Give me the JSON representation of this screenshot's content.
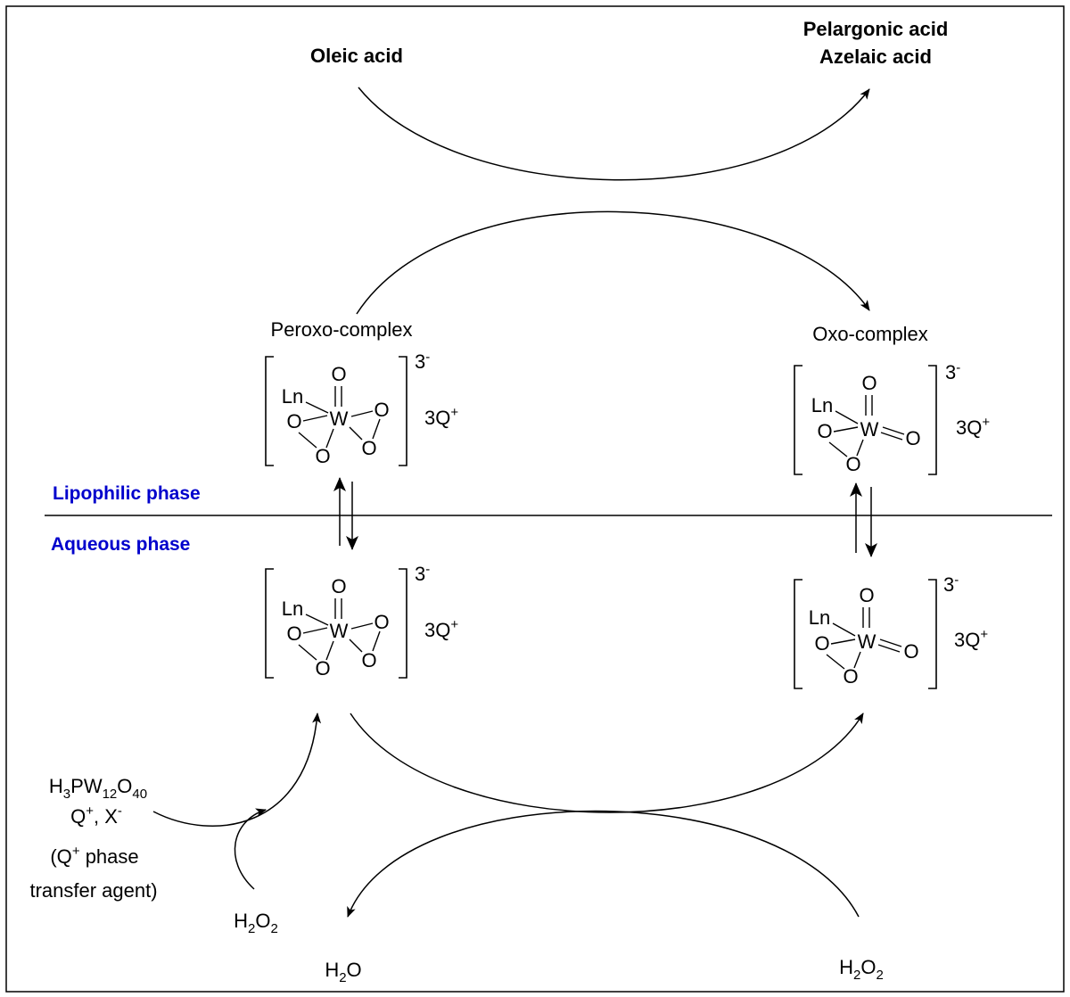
{
  "top": {
    "reactant": "Oleic acid",
    "product_1": "Pelargonic acid",
    "product_2": "Azelaic acid"
  },
  "phases": {
    "lipophilic": "Lipophilic phase",
    "aqueous": "Aqueous phase",
    "colors": {
      "phase_label": "#0000CC"
    }
  },
  "complexes": {
    "peroxo_label": "Peroxo-complex",
    "oxo_label": "Oxo-complex",
    "charge": "3",
    "charge_sign": "-",
    "counterion": "3Q",
    "counterion_sign": "+",
    "atoms": {
      "ligand": "Ln",
      "metal": "W",
      "oxygen": "O"
    }
  },
  "bottom": {
    "h2o2_left_sub": "2",
    "h2o2_right": "H2O2",
    "h2o": "H2O",
    "catalyst": {
      "formula": "H3PW12O40",
      "line2": "Q+, X-",
      "line3": "(Q+ phase",
      "line4": "transfer agent)"
    }
  }
}
